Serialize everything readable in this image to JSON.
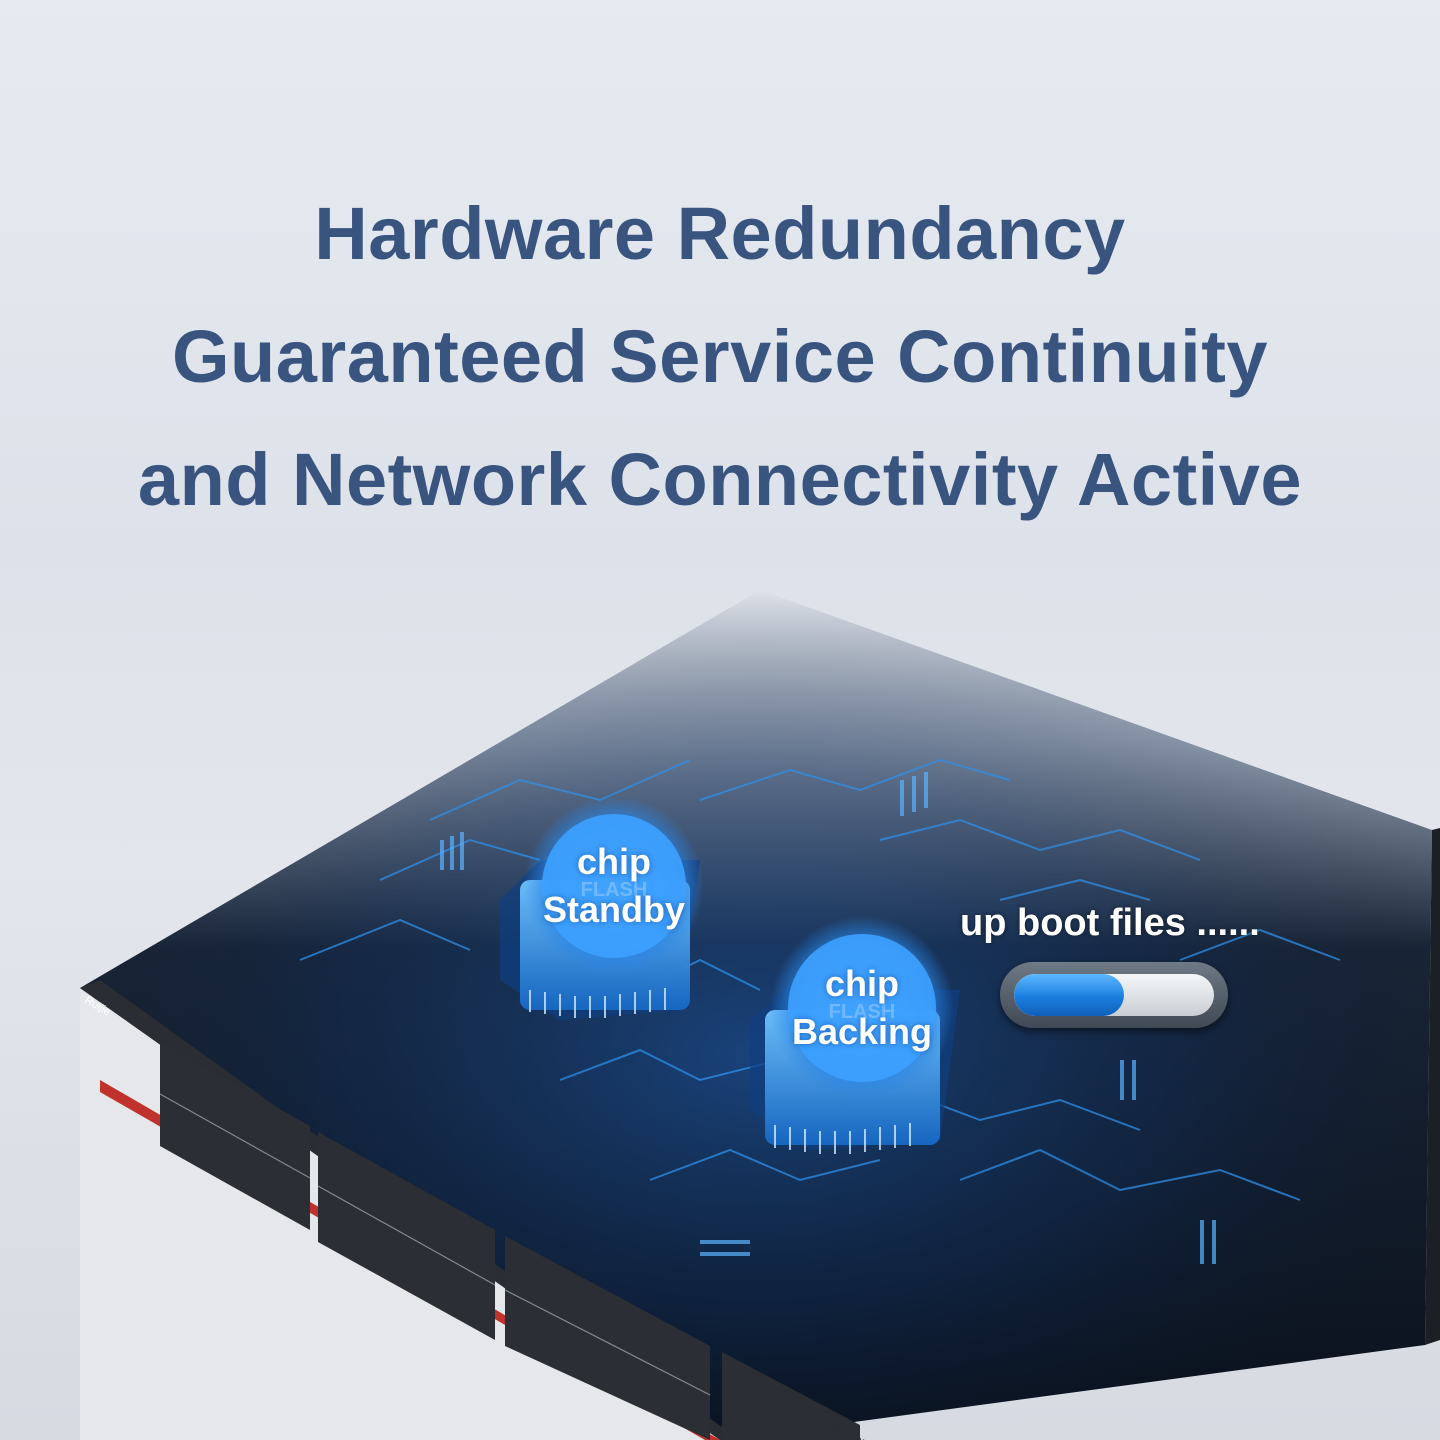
{
  "headline": {
    "line1": "Hardware Redundancy",
    "line2": "Guaranteed Service Continuity",
    "line3": "and Network Connectivity Active"
  },
  "chips": {
    "standby": {
      "line1": "chip",
      "line2": "Standby"
    },
    "backing": {
      "line1": "chip",
      "line2": "Backing"
    },
    "overlay_text": "FLASH"
  },
  "boot": {
    "label": "up boot files ......",
    "progress_fraction": 0.55
  },
  "device": {
    "brand": "Ruijie",
    "model": "RG-S57"
  },
  "colors": {
    "headline": "#3a5480",
    "accent_blue": "#1b7fe0",
    "glow_blue": "#3aa0ff"
  }
}
